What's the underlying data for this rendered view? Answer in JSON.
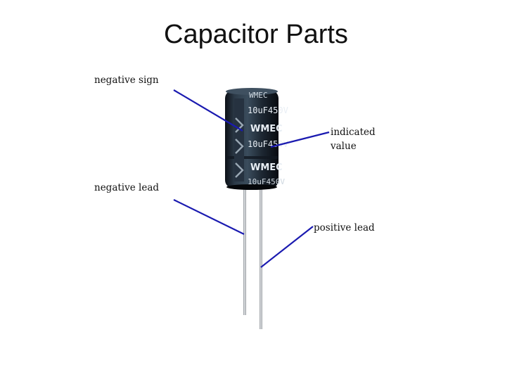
{
  "slide": {
    "title": "Capacitor Parts"
  },
  "labels": {
    "negative_sign": "negative sign",
    "indicated_value_line1": "indicated",
    "indicated_value_line2": "value",
    "negative_lead": "negative lead",
    "positive_lead": "positive lead"
  },
  "capacitor_print": {
    "brand": "WMEC",
    "rating": "10uF450V"
  },
  "colors": {
    "pointer_line": "#1a1ab0",
    "capacitor_body": "#1f2a36",
    "capacitor_print": "#e8eef4",
    "lead": "#b8bcc0"
  }
}
